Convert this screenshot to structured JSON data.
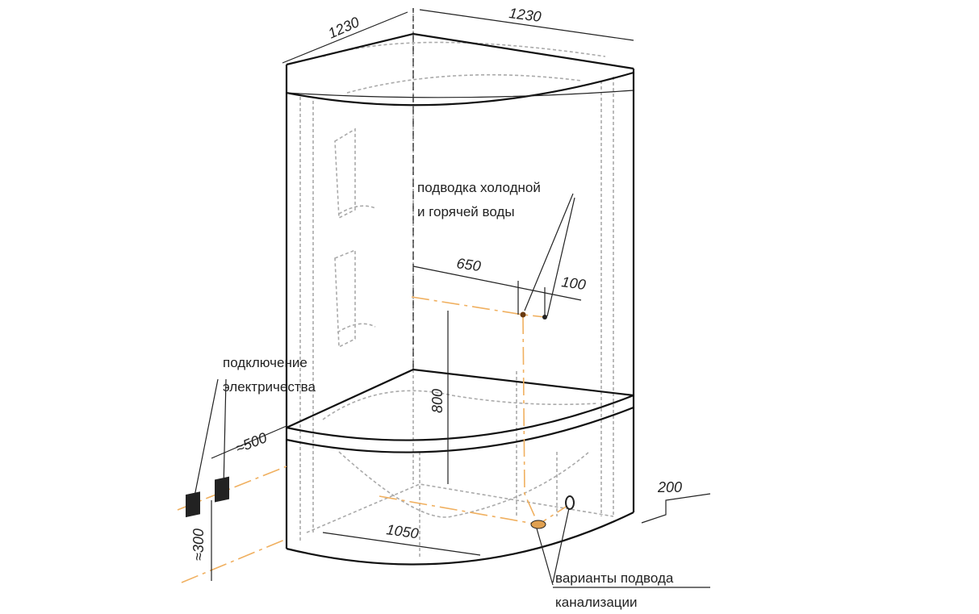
{
  "dimensions": {
    "width_left": "1230",
    "width_right": "1230",
    "pipe_offset": "650",
    "pipe_spacing": "100",
    "pipe_height": "800",
    "electric_offset": "≈500",
    "electric_height": "≈300",
    "drain_offset": "1050",
    "drain_spacing": "200"
  },
  "labels": {
    "water_line1": "подводка холодной",
    "water_line2": "и горячей воды",
    "electric_line1": "подключение",
    "electric_line2": "электричества",
    "drain_line1": "варианты подвода",
    "drain_line2": "канализации"
  },
  "colors": {
    "line": "#111111",
    "hidden": "#aaaaaa",
    "pipe": "#f0b060"
  }
}
